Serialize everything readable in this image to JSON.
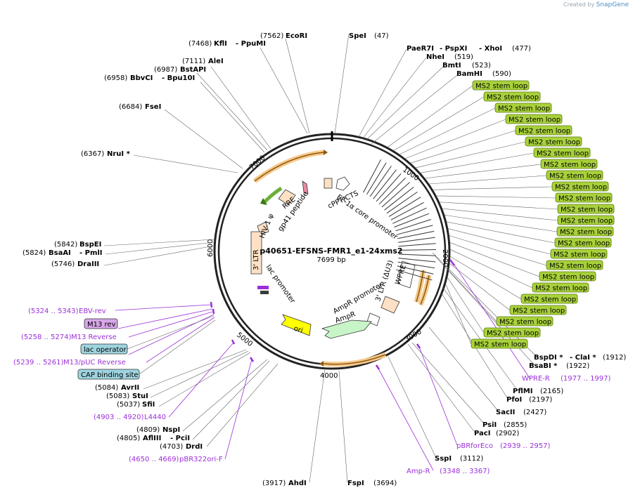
{
  "brand": {
    "created_by": "Created by",
    "name": "SnapGene"
  },
  "plasmid": {
    "name": "p40651-EFSNS-FMR1_e1-24xms2",
    "length": "7699 bp"
  },
  "ticks": [
    "1000",
    "2000",
    "3000",
    "4000",
    "5000",
    "6000",
    "7000"
  ],
  "features": {
    "cppt": "cPPT/CTS",
    "ef1a": "EF-1α core promoter",
    "wpre": "WPRE",
    "ltr3": "3' LTR (ΔU3)",
    "ampr_promoter": "AmpR promoter",
    "ampr": "AmpR",
    "ori": "ori",
    "lac_promoter": "lac promoter",
    "ltr3b": "3' LTR",
    "hiv": "HIV-1 ψ",
    "rre": "RRE",
    "gp41": "gp41 peptide"
  },
  "sites_left": [
    {
      "name": "KflI",
      "pos": "(7468)",
      "alt": "- PpuMI"
    },
    {
      "name": "EcoRI",
      "pos": "(7562)"
    },
    {
      "name": "AleI",
      "pos": "(7111)"
    },
    {
      "name": "BstAPI",
      "pos": "(6987)"
    },
    {
      "name": "BbvCI",
      "pos": "(6958)",
      "alt": "- Bpu10I"
    },
    {
      "name": "FseI",
      "pos": "(6684)"
    },
    {
      "name": "NruI *",
      "pos": "(6367)"
    },
    {
      "name": "BspEI",
      "pos": "(5842)"
    },
    {
      "name": "BsaAI",
      "pos": "(5824)",
      "alt": "- PmlI"
    },
    {
      "name": "DraIII",
      "pos": "(5746)"
    },
    {
      "name": "AvrII",
      "pos": "(5084)"
    },
    {
      "name": "StuI",
      "pos": "(5083)"
    },
    {
      "name": "SfiI",
      "pos": "(5037)"
    },
    {
      "name": "NspI",
      "pos": "(4809)"
    },
    {
      "name": "AflIII",
      "pos": "(4805)",
      "alt": "- PciI"
    },
    {
      "name": "DrdI",
      "pos": "(4703)"
    },
    {
      "name": "AhdI",
      "pos": "(3917)"
    }
  ],
  "sites_right": [
    {
      "name": "SpeI",
      "pos": "(47)"
    },
    {
      "name": "PaeR7I",
      "pos": "(477)",
      "alt": "- PspXI",
      "alt2": "- XhoI"
    },
    {
      "name": "NheI",
      "pos": "(519)"
    },
    {
      "name": "BmtI",
      "pos": "(523)"
    },
    {
      "name": "BamHI",
      "pos": "(590)"
    },
    {
      "name": "BspDI *",
      "pos": "(1912)",
      "alt": "- ClaI *"
    },
    {
      "name": "BsaBI *",
      "pos": "(1922)"
    },
    {
      "name": "PflMI",
      "pos": "(2165)"
    },
    {
      "name": "PfoI",
      "pos": "(2197)"
    },
    {
      "name": "SacII",
      "pos": "(2427)"
    },
    {
      "name": "PsiI",
      "pos": "(2855)"
    },
    {
      "name": "PacI",
      "pos": "(2902)"
    },
    {
      "name": "SspI",
      "pos": "(3112)"
    },
    {
      "name": "FspI",
      "pos": "(3694)"
    }
  ],
  "primers": [
    {
      "name": "EBV-rev",
      "pos": "(5324 .. 5343)"
    },
    {
      "name": "M13 Reverse",
      "pos": "(5258 .. 5274)"
    },
    {
      "name": "M13/pUC Reverse",
      "pos": "(5239 .. 5261)"
    },
    {
      "name": "L4440",
      "pos": "(4903 .. 4920)"
    },
    {
      "name": "pBR322ori-F",
      "pos": "(4650 .. 4669)"
    },
    {
      "name": "WPRE-R",
      "pos": "(1977 .. 1997)"
    },
    {
      "name": "pBRforEco",
      "pos": "(2939 .. 2957)"
    },
    {
      "name": "Amp-R",
      "pos": "(3348 .. 3367)"
    }
  ],
  "boxes": {
    "m13rev": "M13 rev",
    "lac_operator": "lac operator",
    "cap": "CAP binding site",
    "ms2": "MS2 stem loop"
  },
  "ms2_count": 24,
  "colors": {
    "primer": "#9b30d9",
    "ms2": "#a8d13a",
    "orange": "#f7c98b",
    "ori": "#ffff00",
    "ampr": "#c8f5c8",
    "ltr": "#fde0c5",
    "m13rev_box": "#d7a6e8",
    "lac_box": "#9fd4e0"
  }
}
